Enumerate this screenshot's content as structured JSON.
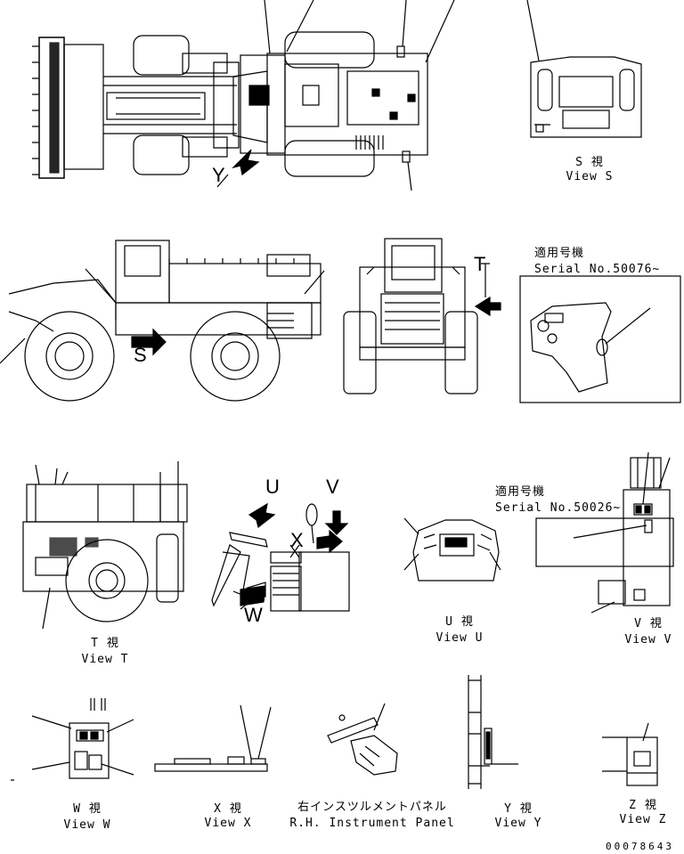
{
  "views": {
    "s": {
      "jp": "S 視",
      "en": "View S"
    },
    "t": {
      "jp": "T 視",
      "en": "View T"
    },
    "u": {
      "jp": "U 視",
      "en": "View U"
    },
    "v": {
      "jp": "V 視",
      "en": "View V"
    },
    "w": {
      "jp": "W 視",
      "en": "View W"
    },
    "x": {
      "jp": "X 視",
      "en": "View X"
    },
    "y": {
      "jp": "Y 視",
      "en": "View Y"
    },
    "z": {
      "jp": "Z 視",
      "en": "View Z"
    },
    "rh": {
      "jp": "右インスツルメントパネル",
      "en": "R.H. Instrument Panel"
    }
  },
  "serials": {
    "first": {
      "jp": "適用号機",
      "en": "Serial No.50076~"
    },
    "second": {
      "jp": "適用号機",
      "en": "Serial No.50026~"
    }
  },
  "markers": {
    "y": "Y",
    "s": "S",
    "t": "T",
    "u": "U",
    "v": "V",
    "w": "W",
    "x": "X"
  },
  "drawing_code": "00078643"
}
